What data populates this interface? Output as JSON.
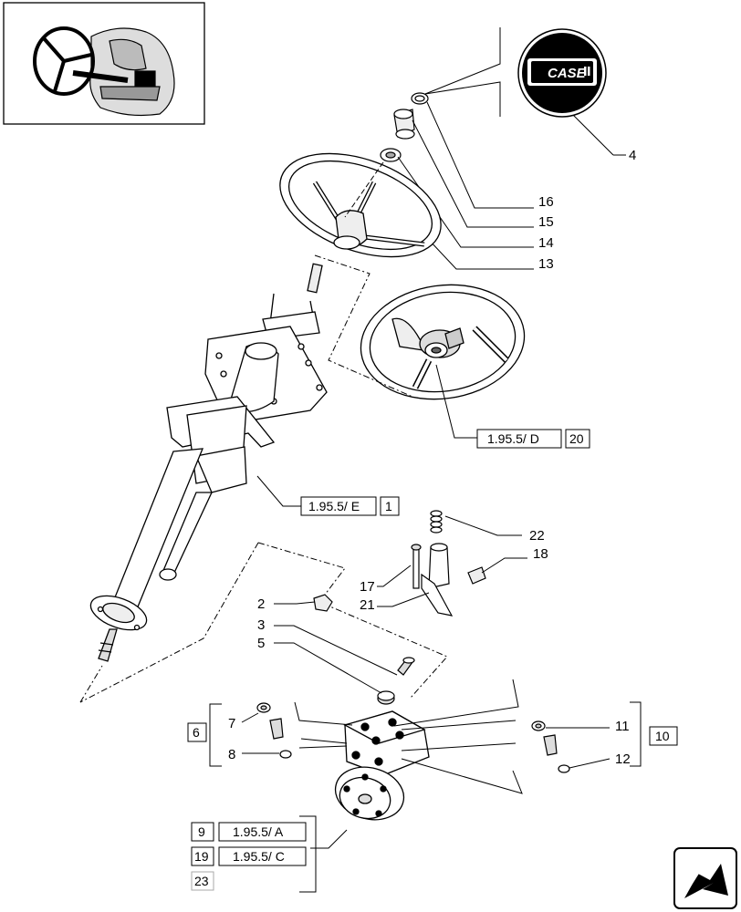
{
  "logo": {
    "brand_text": "CASE",
    "callout": "4"
  },
  "callouts": {
    "c16": "16",
    "c15": "15",
    "c14": "14",
    "c13": "13",
    "c22": "22",
    "c18": "18",
    "c17": "17",
    "c21": "21",
    "c2": "2",
    "c3": "3",
    "c5": "5",
    "c7": "7",
    "c8": "8",
    "c11": "11",
    "c12": "12"
  },
  "group_labels": {
    "g6": "6",
    "g10": "10"
  },
  "references": [
    {
      "ref": "1.95.5/ D",
      "num": "20"
    },
    {
      "ref": "1.95.5/ E",
      "num": "1"
    },
    {
      "ref": "1.95.5/ A",
      "num": "9"
    },
    {
      "ref": "1.95.5/ C",
      "num": "19"
    }
  ],
  "extra_box": "23",
  "nav": {
    "icon": "arrow-icon"
  },
  "colors": {
    "line": "#000000",
    "box_fill": "#ffffff",
    "logo_fill": "#000000"
  }
}
